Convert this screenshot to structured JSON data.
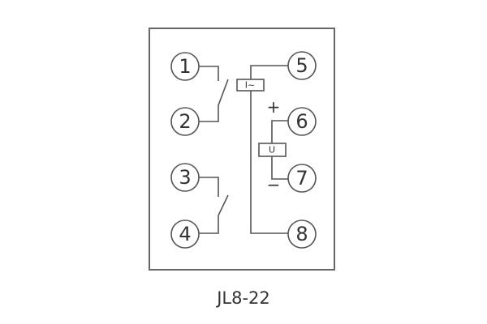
{
  "title": "JL8-22",
  "terminals": [
    "1",
    "2",
    "3",
    "4",
    "5",
    "6",
    "7",
    "8"
  ],
  "current_coil_label": "I~",
  "voltage_coil_label": "U",
  "plus_sign": "+",
  "minus_sign": "−"
}
